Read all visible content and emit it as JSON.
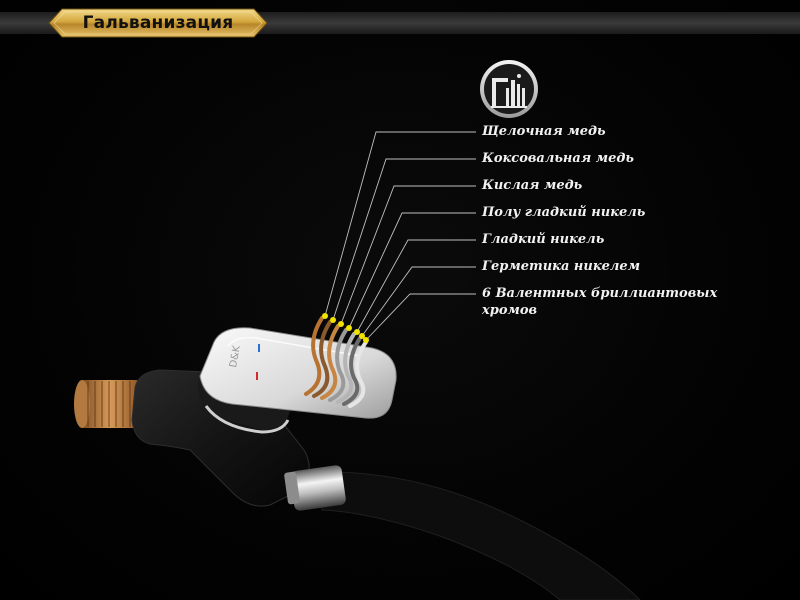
{
  "header": {
    "title": "Гальванизация"
  },
  "logo": {
    "icon": "building-logo-icon"
  },
  "plating_layers": [
    {
      "label": "Щелочная медь"
    },
    {
      "label": "Коксовальная медь"
    },
    {
      "label": "Кислая медь"
    },
    {
      "label": "Полу гладкий никель"
    },
    {
      "label": "Гладкий никель"
    },
    {
      "label": "Герметика никелем"
    },
    {
      "label": "6 Валентных бриллиантовых"
    },
    {
      "label": "хромов"
    }
  ],
  "product": {
    "brand_mark": "D&K"
  },
  "colors": {
    "badge_gold": "#c9a23a",
    "background": "#000000",
    "label_text": "#f2f2f2",
    "callout_dot": "#f2e200"
  }
}
